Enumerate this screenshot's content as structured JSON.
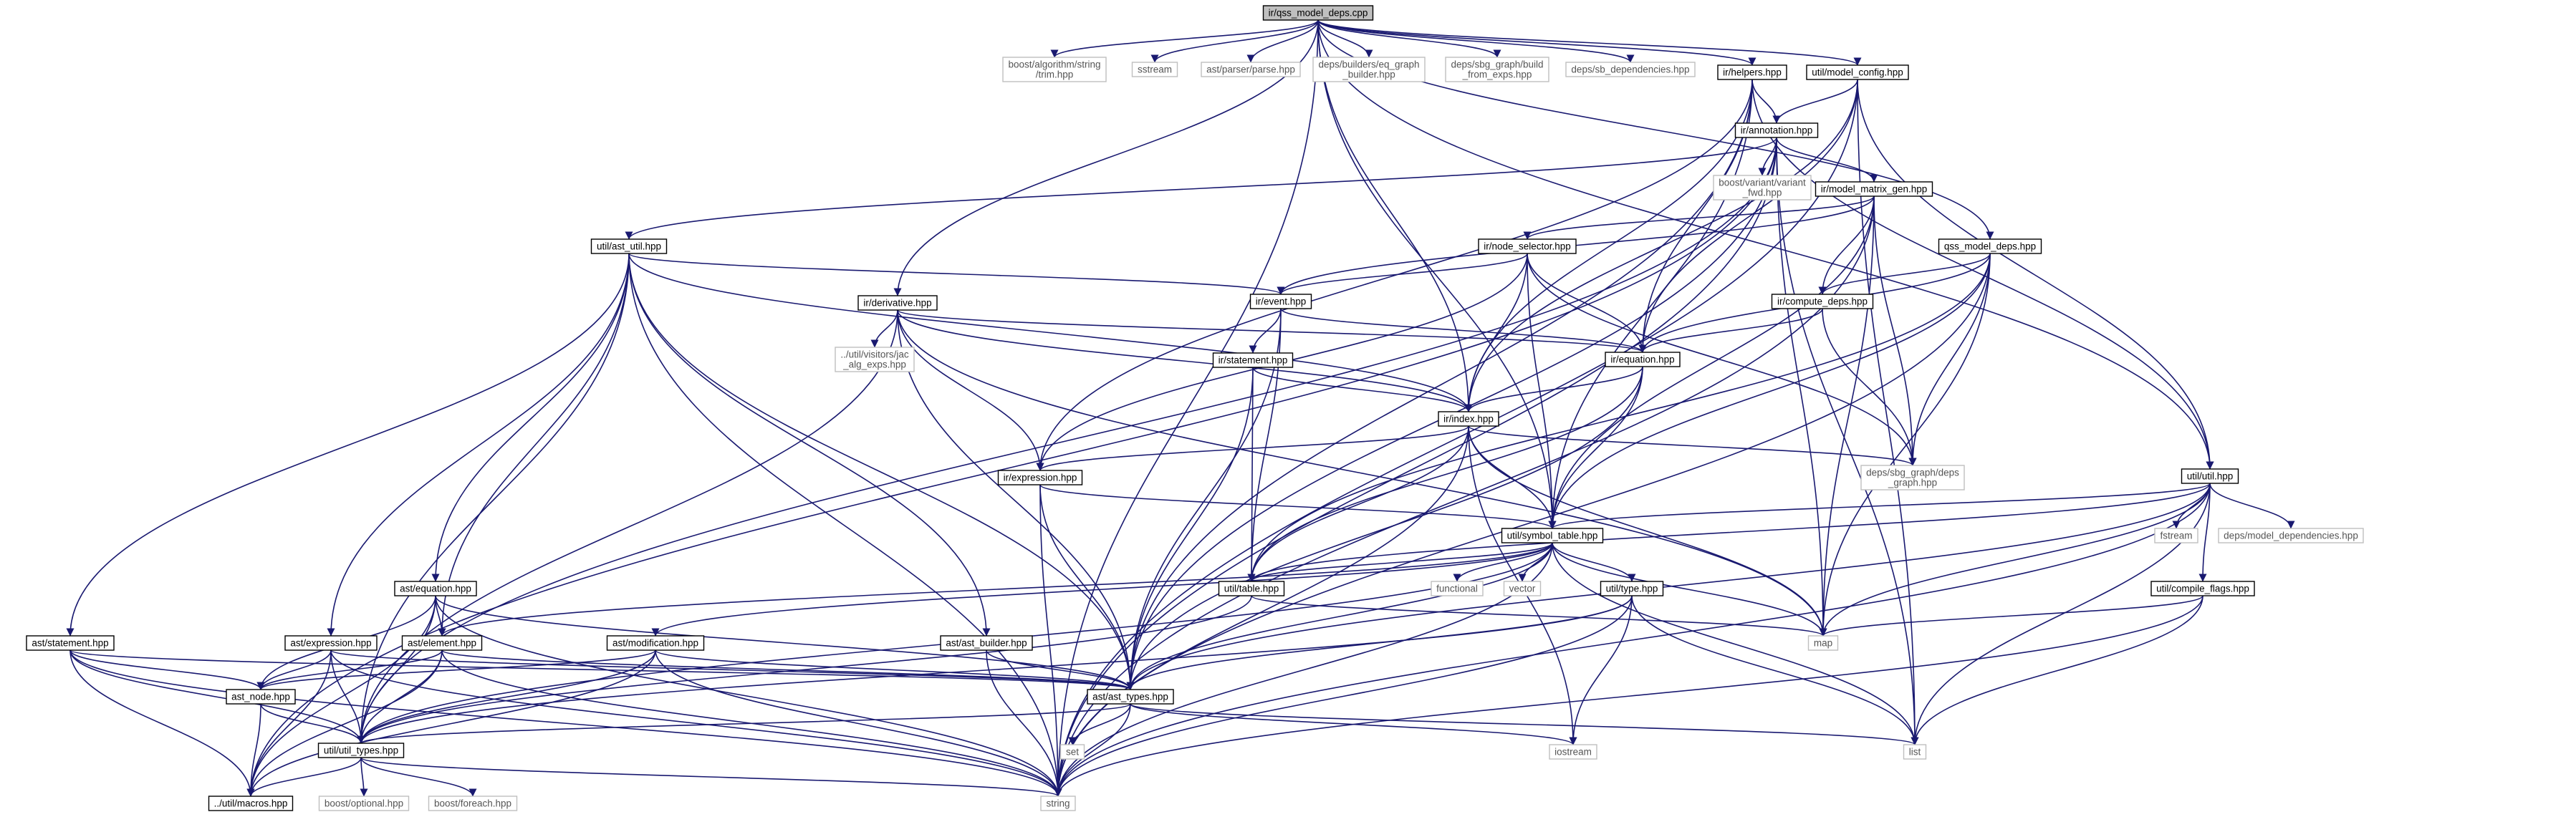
{
  "diagram": {
    "root": "root",
    "nodes": [
      {
        "id": "root",
        "label": [
          "ir/qss_model_deps.cpp"
        ],
        "kind": "root"
      },
      {
        "id": "trim",
        "label": [
          "boost/algorithm/string",
          "/trim.hpp"
        ],
        "kind": "external"
      },
      {
        "id": "sstream",
        "label": [
          "sstream"
        ],
        "kind": "external"
      },
      {
        "id": "parse",
        "label": [
          "ast/parser/parse.hpp"
        ],
        "kind": "external"
      },
      {
        "id": "eqgraph",
        "label": [
          "deps/builders/eq_graph",
          "_builder.hpp"
        ],
        "kind": "external"
      },
      {
        "id": "sbgbuild",
        "label": [
          "deps/sbg_graph/build",
          "_from_exps.hpp"
        ],
        "kind": "external"
      },
      {
        "id": "sbdeps",
        "label": [
          "deps/sb_dependencies.hpp"
        ],
        "kind": "external"
      },
      {
        "id": "helpers",
        "label": [
          "ir/helpers.hpp"
        ],
        "kind": "file"
      },
      {
        "id": "modelconfig",
        "label": [
          "util/model_config.hpp"
        ],
        "kind": "file"
      },
      {
        "id": "annotation",
        "label": [
          "ir/annotation.hpp"
        ],
        "kind": "file"
      },
      {
        "id": "variantfwd",
        "label": [
          "boost/variant/variant",
          "_fwd.hpp"
        ],
        "kind": "external"
      },
      {
        "id": "matrixgen",
        "label": [
          "ir/model_matrix_gen.hpp"
        ],
        "kind": "file"
      },
      {
        "id": "astutil",
        "label": [
          "util/ast_util.hpp"
        ],
        "kind": "file"
      },
      {
        "id": "nodeselector",
        "label": [
          "ir/node_selector.hpp"
        ],
        "kind": "file"
      },
      {
        "id": "qssdeps",
        "label": [
          "qss_model_deps.hpp"
        ],
        "kind": "file"
      },
      {
        "id": "derivative",
        "label": [
          "ir/derivative.hpp"
        ],
        "kind": "file"
      },
      {
        "id": "event",
        "label": [
          "ir/event.hpp"
        ],
        "kind": "file"
      },
      {
        "id": "computedeps",
        "label": [
          "ir/compute_deps.hpp"
        ],
        "kind": "file"
      },
      {
        "id": "jacexps",
        "label": [
          "../util/visitors/jac",
          "_alg_exps.hpp"
        ],
        "kind": "external"
      },
      {
        "id": "statement_ir",
        "label": [
          "ir/statement.hpp"
        ],
        "kind": "file"
      },
      {
        "id": "equation_ir",
        "label": [
          "ir/equation.hpp"
        ],
        "kind": "file"
      },
      {
        "id": "index",
        "label": [
          "ir/index.hpp"
        ],
        "kind": "file"
      },
      {
        "id": "expression_ir",
        "label": [
          "ir/expression.hpp"
        ],
        "kind": "file"
      },
      {
        "id": "sbggraph",
        "label": [
          "deps/sbg_graph/deps",
          "_graph.hpp"
        ],
        "kind": "external"
      },
      {
        "id": "utilhpp",
        "label": [
          "util/util.hpp"
        ],
        "kind": "file"
      },
      {
        "id": "fstream",
        "label": [
          "fstream"
        ],
        "kind": "external"
      },
      {
        "id": "modeldeps",
        "label": [
          "deps/model_dependencies.hpp"
        ],
        "kind": "external"
      },
      {
        "id": "symtable",
        "label": [
          "util/symbol_table.hpp"
        ],
        "kind": "file"
      },
      {
        "id": "equation_ast",
        "label": [
          "ast/equation.hpp"
        ],
        "kind": "file"
      },
      {
        "id": "table",
        "label": [
          "util/table.hpp"
        ],
        "kind": "file"
      },
      {
        "id": "functional",
        "label": [
          "functional"
        ],
        "kind": "external"
      },
      {
        "id": "vector",
        "label": [
          "vector"
        ],
        "kind": "external"
      },
      {
        "id": "typehpp",
        "label": [
          "util/type.hpp"
        ],
        "kind": "file"
      },
      {
        "id": "compileflags",
        "label": [
          "util/compile_flags.hpp"
        ],
        "kind": "file"
      },
      {
        "id": "statement_ast",
        "label": [
          "ast/statement.hpp"
        ],
        "kind": "file"
      },
      {
        "id": "expression_ast",
        "label": [
          "ast/expression.hpp"
        ],
        "kind": "file"
      },
      {
        "id": "element",
        "label": [
          "ast/element.hpp"
        ],
        "kind": "file"
      },
      {
        "id": "modification",
        "label": [
          "ast/modification.hpp"
        ],
        "kind": "file"
      },
      {
        "id": "astbuilder",
        "label": [
          "ast/ast_builder.hpp"
        ],
        "kind": "file"
      },
      {
        "id": "map",
        "label": [
          "map"
        ],
        "kind": "external"
      },
      {
        "id": "astnode",
        "label": [
          "ast_node.hpp"
        ],
        "kind": "file"
      },
      {
        "id": "asttypes",
        "label": [
          "ast/ast_types.hpp"
        ],
        "kind": "file"
      },
      {
        "id": "utiltypes",
        "label": [
          "util/util_types.hpp"
        ],
        "kind": "file"
      },
      {
        "id": "set",
        "label": [
          "set"
        ],
        "kind": "external"
      },
      {
        "id": "iostream",
        "label": [
          "iostream"
        ],
        "kind": "external"
      },
      {
        "id": "list",
        "label": [
          "list"
        ],
        "kind": "external"
      },
      {
        "id": "macros",
        "label": [
          "../util/macros.hpp"
        ],
        "kind": "file"
      },
      {
        "id": "optional",
        "label": [
          "boost/optional.hpp"
        ],
        "kind": "external"
      },
      {
        "id": "foreach",
        "label": [
          "boost/foreach.hpp"
        ],
        "kind": "external"
      },
      {
        "id": "string",
        "label": [
          "string"
        ],
        "kind": "external"
      }
    ],
    "edges": [
      [
        "root",
        "trim"
      ],
      [
        "root",
        "sstream"
      ],
      [
        "root",
        "parse"
      ],
      [
        "root",
        "eqgraph"
      ],
      [
        "root",
        "sbgbuild"
      ],
      [
        "root",
        "sbdeps"
      ],
      [
        "root",
        "helpers"
      ],
      [
        "root",
        "modelconfig"
      ],
      [
        "root",
        "qssdeps"
      ],
      [
        "root",
        "derivative"
      ],
      [
        "root",
        "index"
      ],
      [
        "root",
        "symtable"
      ],
      [
        "root",
        "utilhpp"
      ],
      [
        "root",
        "string"
      ],
      [
        "helpers",
        "annotation"
      ],
      [
        "helpers",
        "equation_ir"
      ],
      [
        "helpers",
        "expression_ir"
      ],
      [
        "helpers",
        "index"
      ],
      [
        "helpers",
        "symtable"
      ],
      [
        "helpers",
        "utilhpp"
      ],
      [
        "helpers",
        "asttypes"
      ],
      [
        "modelconfig",
        "annotation"
      ],
      [
        "modelconfig",
        "equation_ir"
      ],
      [
        "modelconfig",
        "index"
      ],
      [
        "modelconfig",
        "utilhpp"
      ],
      [
        "modelconfig",
        "list"
      ],
      [
        "modelconfig",
        "string"
      ],
      [
        "annotation",
        "variantfwd"
      ],
      [
        "annotation",
        "matrixgen"
      ],
      [
        "annotation",
        "astutil"
      ],
      [
        "annotation",
        "map"
      ],
      [
        "annotation",
        "list"
      ],
      [
        "annotation",
        "string"
      ],
      [
        "annotation",
        "utiltypes"
      ],
      [
        "annotation",
        "asttypes"
      ],
      [
        "annotation",
        "macros"
      ],
      [
        "matrixgen",
        "nodeselector"
      ],
      [
        "matrixgen",
        "computedeps"
      ],
      [
        "matrixgen",
        "event"
      ],
      [
        "matrixgen",
        "symtable"
      ],
      [
        "matrixgen",
        "sbggraph"
      ],
      [
        "matrixgen",
        "map"
      ],
      [
        "matrixgen",
        "string"
      ],
      [
        "astutil",
        "event"
      ],
      [
        "astutil",
        "index"
      ],
      [
        "astutil",
        "equation_ast"
      ],
      [
        "astutil",
        "statement_ast"
      ],
      [
        "astutil",
        "expression_ast"
      ],
      [
        "astutil",
        "element"
      ],
      [
        "astutil",
        "astbuilder"
      ],
      [
        "astutil",
        "asttypes"
      ],
      [
        "astutil",
        "utiltypes"
      ],
      [
        "astutil",
        "string"
      ],
      [
        "nodeselector",
        "event"
      ],
      [
        "nodeselector",
        "equation_ir"
      ],
      [
        "nodeselector",
        "index"
      ],
      [
        "nodeselector",
        "expression_ir"
      ],
      [
        "nodeselector",
        "symtable"
      ],
      [
        "nodeselector",
        "sbggraph"
      ],
      [
        "qssdeps",
        "computedeps"
      ],
      [
        "qssdeps",
        "equation_ir"
      ],
      [
        "qssdeps",
        "table"
      ],
      [
        "qssdeps",
        "sbggraph"
      ],
      [
        "qssdeps",
        "map"
      ],
      [
        "qssdeps",
        "symtable"
      ],
      [
        "qssdeps",
        "string"
      ],
      [
        "derivative",
        "jacexps"
      ],
      [
        "derivative",
        "equation_ir"
      ],
      [
        "derivative",
        "index"
      ],
      [
        "derivative",
        "expression_ir"
      ],
      [
        "derivative",
        "map"
      ],
      [
        "derivative",
        "asttypes"
      ],
      [
        "derivative",
        "utiltypes"
      ],
      [
        "event",
        "statement_ir"
      ],
      [
        "event",
        "equation_ir"
      ],
      [
        "event",
        "table"
      ],
      [
        "event",
        "asttypes"
      ],
      [
        "computedeps",
        "equation_ir"
      ],
      [
        "computedeps",
        "sbggraph"
      ],
      [
        "statement_ir",
        "index"
      ],
      [
        "statement_ir",
        "table"
      ],
      [
        "statement_ir",
        "asttypes"
      ],
      [
        "equation_ir",
        "index"
      ],
      [
        "equation_ir",
        "table"
      ],
      [
        "equation_ir",
        "asttypes"
      ],
      [
        "equation_ir",
        "symtable"
      ],
      [
        "index",
        "expression_ir"
      ],
      [
        "index",
        "sbggraph"
      ],
      [
        "index",
        "table"
      ],
      [
        "index",
        "symtable"
      ],
      [
        "index",
        "map"
      ],
      [
        "index",
        "iostream"
      ],
      [
        "index",
        "string"
      ],
      [
        "expression_ir",
        "symtable"
      ],
      [
        "expression_ir",
        "asttypes"
      ],
      [
        "expression_ir",
        "string"
      ],
      [
        "utilhpp",
        "fstream"
      ],
      [
        "utilhpp",
        "modeldeps"
      ],
      [
        "utilhpp",
        "symtable"
      ],
      [
        "utilhpp",
        "compileflags"
      ],
      [
        "utilhpp",
        "map"
      ],
      [
        "utilhpp",
        "list"
      ],
      [
        "utilhpp",
        "table"
      ],
      [
        "utilhpp",
        "asttypes"
      ],
      [
        "utilhpp",
        "string"
      ],
      [
        "symtable",
        "table"
      ],
      [
        "symtable",
        "functional"
      ],
      [
        "symtable",
        "vector"
      ],
      [
        "symtable",
        "typehpp"
      ],
      [
        "symtable",
        "map"
      ],
      [
        "symtable",
        "list"
      ],
      [
        "symtable",
        "asttypes"
      ],
      [
        "symtable",
        "utiltypes"
      ],
      [
        "symtable",
        "element"
      ],
      [
        "symtable",
        "modification"
      ],
      [
        "symtable",
        "string"
      ],
      [
        "equation_ast",
        "element"
      ],
      [
        "equation_ast",
        "astnode"
      ],
      [
        "equation_ast",
        "asttypes"
      ],
      [
        "equation_ast",
        "utiltypes"
      ],
      [
        "equation_ast",
        "macros"
      ],
      [
        "equation_ast",
        "string"
      ],
      [
        "table",
        "map"
      ],
      [
        "table",
        "utiltypes"
      ],
      [
        "typehpp",
        "asttypes"
      ],
      [
        "typehpp",
        "list"
      ],
      [
        "typehpp",
        "iostream"
      ],
      [
        "typehpp",
        "string"
      ],
      [
        "typehpp",
        "utiltypes"
      ],
      [
        "compileflags",
        "map"
      ],
      [
        "compileflags",
        "list"
      ],
      [
        "compileflags",
        "string"
      ],
      [
        "statement_ast",
        "astnode"
      ],
      [
        "statement_ast",
        "utiltypes"
      ],
      [
        "statement_ast",
        "asttypes"
      ],
      [
        "statement_ast",
        "macros"
      ],
      [
        "statement_ast",
        "string"
      ],
      [
        "expression_ast",
        "astnode"
      ],
      [
        "expression_ast",
        "utiltypes"
      ],
      [
        "expression_ast",
        "asttypes"
      ],
      [
        "expression_ast",
        "macros"
      ],
      [
        "expression_ast",
        "string"
      ],
      [
        "element",
        "astnode"
      ],
      [
        "element",
        "utiltypes"
      ],
      [
        "element",
        "asttypes"
      ],
      [
        "element",
        "macros"
      ],
      [
        "element",
        "string"
      ],
      [
        "modification",
        "astnode"
      ],
      [
        "modification",
        "utiltypes"
      ],
      [
        "modification",
        "asttypes"
      ],
      [
        "modification",
        "macros"
      ],
      [
        "modification",
        "string"
      ],
      [
        "astbuilder",
        "asttypes"
      ],
      [
        "astbuilder",
        "string"
      ],
      [
        "astnode",
        "utiltypes"
      ],
      [
        "astnode",
        "macros"
      ],
      [
        "asttypes",
        "utiltypes"
      ],
      [
        "asttypes",
        "set"
      ],
      [
        "asttypes",
        "iostream"
      ],
      [
        "asttypes",
        "list"
      ],
      [
        "asttypes",
        "string"
      ],
      [
        "utiltypes",
        "macros"
      ],
      [
        "utiltypes",
        "optional"
      ],
      [
        "utiltypes",
        "foreach"
      ],
      [
        "utiltypes",
        "string"
      ]
    ]
  }
}
